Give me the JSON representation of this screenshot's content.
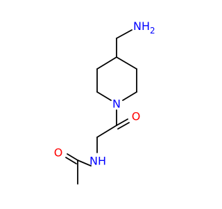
{
  "colors": {
    "background": "#ffffff",
    "bond": "#000000",
    "nitrogen": "#0000ff",
    "oxygen": "#ff0000"
  },
  "atoms": {
    "amine_n": {
      "label": "NH2",
      "element": "N"
    },
    "ring_n": {
      "label": "N",
      "element": "N"
    },
    "ketone_o": {
      "label": "O",
      "element": "O"
    },
    "amide_n": {
      "label": "NH",
      "element": "N"
    },
    "amide_o": {
      "label": "O",
      "element": "O"
    }
  }
}
